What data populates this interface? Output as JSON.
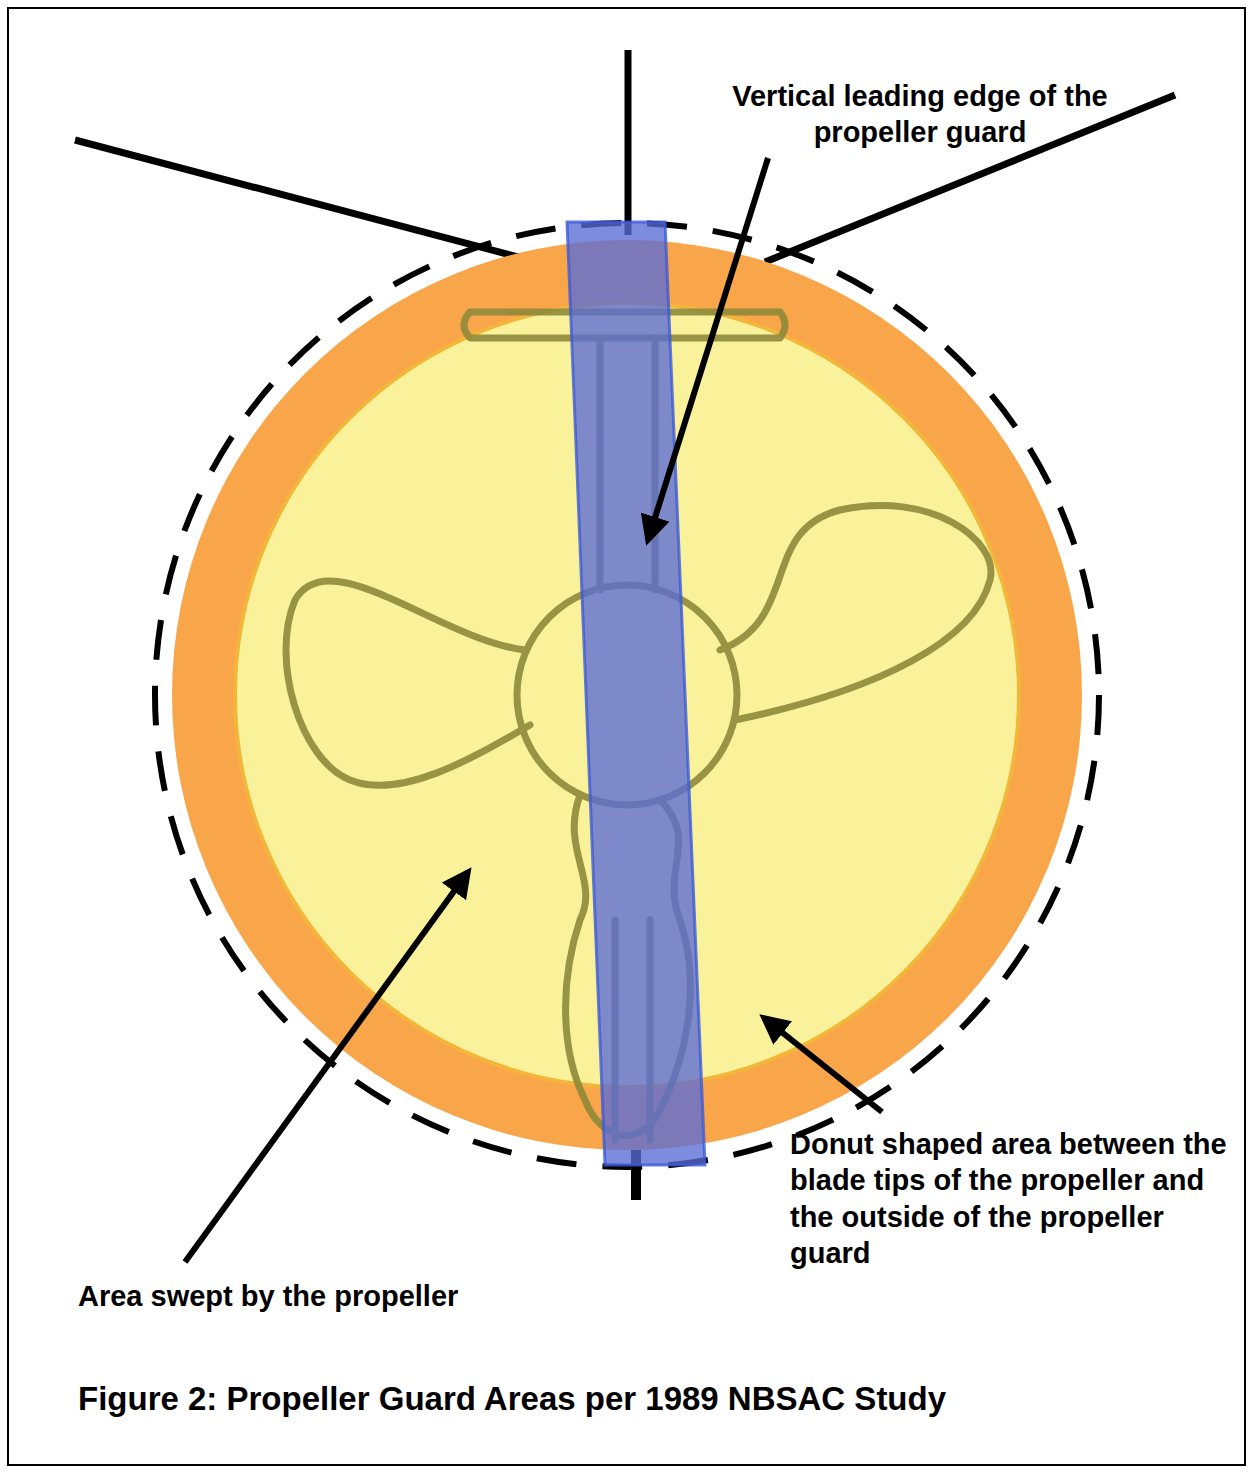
{
  "diagram": {
    "caption": "Figure 2: Propeller Guard Areas per 1989 NBSAC Study",
    "labels": [
      "Vertical leading edge of the propeller guard",
      "Area swept by the propeller",
      "Donut shaped area between the blade tips of the propeller and the outside of the propeller guard"
    ]
  }
}
